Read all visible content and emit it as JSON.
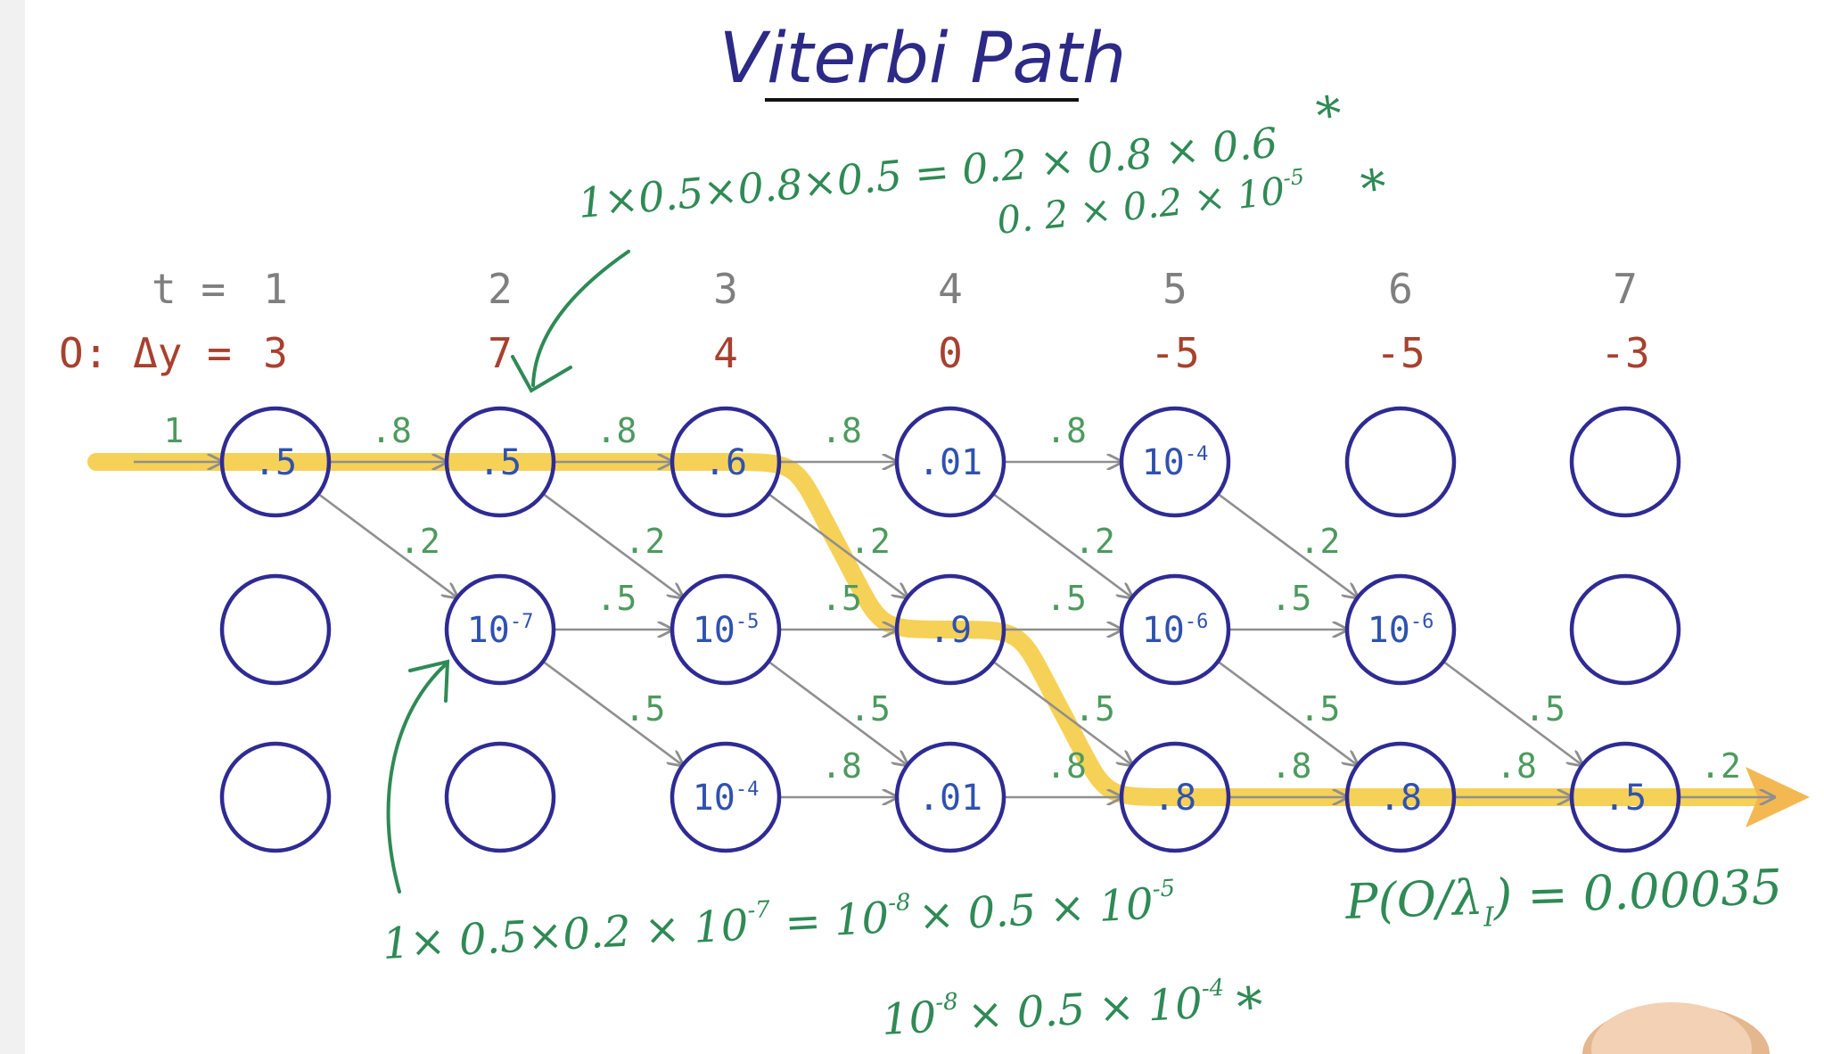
{
  "title": "Viterbi Path",
  "time_row": {
    "label": "t =",
    "values": [
      "1",
      "2",
      "3",
      "4",
      "5",
      "6",
      "7"
    ]
  },
  "obs_row": {
    "label": "O: Δy =",
    "values": [
      "3",
      "7",
      "4",
      "0",
      "-5",
      "-5",
      "-3"
    ]
  },
  "states": [
    [
      "•5",
      "",
      ""
    ],
    [
      "•5",
      "10-7",
      ""
    ],
    [
      "•6",
      "10-5",
      "10-4"
    ],
    [
      "•01",
      "•9",
      "•01"
    ],
    [
      "10-4",
      "10-6",
      "•8"
    ],
    [
      "",
      "10-6",
      "•8"
    ],
    [
      "",
      "",
      "•5"
    ]
  ],
  "state_display": [
    [
      {
        "base": ".5",
        "exp": ""
      },
      {
        "base": "",
        "exp": ""
      },
      {
        "base": "",
        "exp": ""
      }
    ],
    [
      {
        "base": ".5",
        "exp": ""
      },
      {
        "base": "10",
        "exp": "-7"
      },
      {
        "base": "",
        "exp": ""
      }
    ],
    [
      {
        "base": ".6",
        "exp": ""
      },
      {
        "base": "10",
        "exp": "-5"
      },
      {
        "base": "10",
        "exp": "-4"
      }
    ],
    [
      {
        "base": ".01",
        "exp": ""
      },
      {
        "base": ".9",
        "exp": ""
      },
      {
        "base": ".01",
        "exp": ""
      }
    ],
    [
      {
        "base": "10",
        "exp": "-4"
      },
      {
        "base": "10",
        "exp": "-6"
      },
      {
        "base": ".8",
        "exp": ""
      }
    ],
    [
      {
        "base": "",
        "exp": ""
      },
      {
        "base": "10",
        "exp": "-6"
      },
      {
        "base": ".8",
        "exp": ""
      }
    ],
    [
      {
        "base": "",
        "exp": ""
      },
      {
        "base": "",
        "exp": ""
      },
      {
        "base": ".5",
        "exp": ""
      }
    ]
  ],
  "start_label": "1",
  "end_label": ".2",
  "edges": [
    {
      "from": [
        0,
        0
      ],
      "to": [
        1,
        0
      ],
      "label": ".8"
    },
    {
      "from": [
        0,
        0
      ],
      "to": [
        1,
        1
      ],
      "label": ".2"
    },
    {
      "from": [
        1,
        0
      ],
      "to": [
        2,
        0
      ],
      "label": ".8"
    },
    {
      "from": [
        1,
        0
      ],
      "to": [
        2,
        1
      ],
      "label": ".2"
    },
    {
      "from": [
        1,
        1
      ],
      "to": [
        2,
        1
      ],
      "label": ".5"
    },
    {
      "from": [
        1,
        1
      ],
      "to": [
        2,
        2
      ],
      "label": ".5"
    },
    {
      "from": [
        2,
        0
      ],
      "to": [
        3,
        0
      ],
      "label": ".8"
    },
    {
      "from": [
        2,
        0
      ],
      "to": [
        3,
        1
      ],
      "label": ".2"
    },
    {
      "from": [
        2,
        1
      ],
      "to": [
        3,
        1
      ],
      "label": ".5"
    },
    {
      "from": [
        2,
        1
      ],
      "to": [
        3,
        2
      ],
      "label": ".5"
    },
    {
      "from": [
        2,
        2
      ],
      "to": [
        3,
        2
      ],
      "label": ".8"
    },
    {
      "from": [
        3,
        0
      ],
      "to": [
        4,
        0
      ],
      "label": ".8"
    },
    {
      "from": [
        3,
        0
      ],
      "to": [
        4,
        1
      ],
      "label": ".2"
    },
    {
      "from": [
        3,
        1
      ],
      "to": [
        4,
        1
      ],
      "label": ".5"
    },
    {
      "from": [
        3,
        1
      ],
      "to": [
        4,
        2
      ],
      "label": ".5"
    },
    {
      "from": [
        3,
        2
      ],
      "to": [
        4,
        2
      ],
      "label": ".8"
    },
    {
      "from": [
        4,
        0
      ],
      "to": [
        5,
        1
      ],
      "label": ".2"
    },
    {
      "from": [
        4,
        1
      ],
      "to": [
        5,
        1
      ],
      "label": ".5"
    },
    {
      "from": [
        4,
        1
      ],
      "to": [
        5,
        2
      ],
      "label": ".5"
    },
    {
      "from": [
        4,
        2
      ],
      "to": [
        5,
        2
      ],
      "label": ".8"
    },
    {
      "from": [
        5,
        1
      ],
      "to": [
        6,
        2
      ],
      "label": ".5"
    },
    {
      "from": [
        5,
        2
      ],
      "to": [
        6,
        2
      ],
      "label": ".8"
    }
  ],
  "viterbi_path": [
    [
      0,
      0
    ],
    [
      1,
      0
    ],
    [
      2,
      0
    ],
    [
      3,
      1
    ],
    [
      4,
      2
    ],
    [
      5,
      2
    ],
    [
      6,
      2
    ]
  ],
  "annotations": {
    "top_line1": "1×0.5×0.8×0.5 = 0.2 × 0.8 × 0.6",
    "top_line2": "0. 2 × 0.2 × 10",
    "top_line2_exp": "-5",
    "star1": "*",
    "star2": "*",
    "bottom_line1": "1× 0.5×0.2 × 10",
    "bottom_line1_exp1": "-7",
    "bottom_line1_mid": "= 10",
    "bottom_line1_exp2": "-8",
    "bottom_line1_tail": "× 0.5 × 10",
    "bottom_line1_exp3": "-5",
    "bottom_line2": "10",
    "bottom_line2_exp1": "-8",
    "bottom_line2_tail": "× 0.5 × 10",
    "bottom_line2_exp2": "-4",
    "star3": "*",
    "prob_label": "P(O/λ",
    "prob_sub": "I",
    "prob_value": ") = 0.00035"
  },
  "colors": {
    "circle": "#2f2b93",
    "state_text": "#2f52b0",
    "edge": "#8f8f8f",
    "edge_label": "#4d9a5e",
    "handwriting": "#2f8a55",
    "observation": "#a7412f",
    "time": "#7f7f7f",
    "highlight": "#f5c93a"
  }
}
